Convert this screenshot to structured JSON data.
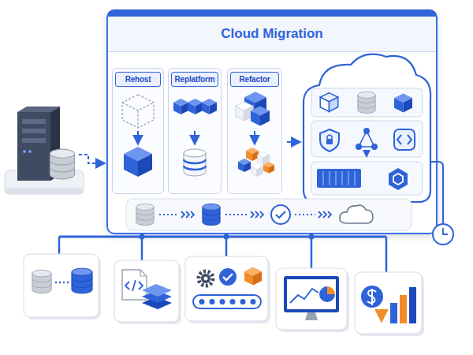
{
  "diagram": {
    "nodes": [
      {
        "text": [
          "Cloud Migration"
        ]
      },
      {
        "text": [
          "Rehost"
        ],
        "in": 0
      },
      {
        "text": [
          "Replatform"
        ],
        "in": 0
      },
      {
        "text": [
          "Refactor"
        ],
        "in": 0
      }
    ]
  }
}
